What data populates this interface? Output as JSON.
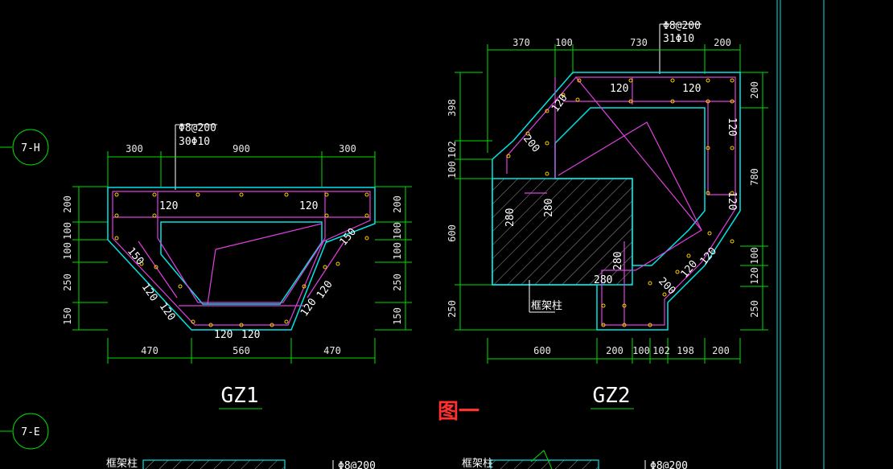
{
  "axis_labels": {
    "h": "7-H",
    "e": "7-E"
  },
  "figure_title": "图一",
  "gz1": {
    "name": "GZ1",
    "rebar_stirrup": "Φ8@200",
    "rebar_main": "30Φ10",
    "top_dims": [
      "300",
      "900",
      "300"
    ],
    "bottom_dims": [
      "470",
      "560",
      "470"
    ],
    "left_dims": [
      "200",
      "100",
      "100",
      "250",
      "150"
    ],
    "right_dims": [
      "200",
      "100",
      "100",
      "250",
      "150"
    ],
    "inner": [
      "120",
      "120",
      "150",
      "150",
      "120",
      "120",
      "120",
      "120",
      "120",
      "120"
    ]
  },
  "gz2": {
    "name": "GZ2",
    "rebar_stirrup": "Φ8@200",
    "rebar_main": "31Φ10",
    "top_dims": [
      "370",
      "100",
      "730",
      "200"
    ],
    "bottom_dims": [
      "600",
      "200",
      "100",
      "102",
      "198",
      "200"
    ],
    "left_dims": [
      "398",
      "102",
      "100",
      "600",
      "250"
    ],
    "right_dims": [
      "200",
      "780",
      "100",
      "120",
      "250"
    ],
    "inner": [
      "120",
      "120",
      "120",
      "120",
      "200",
      "280",
      "280",
      "120",
      "280",
      "280",
      "200",
      "120",
      "120"
    ],
    "frame_col": "框架柱"
  },
  "bottom_partial": {
    "frame_col_a": "框架柱",
    "frame_col_b": "框架柱",
    "rebar_a": "Φ8@200",
    "rebar_b": "Φ8@200"
  }
}
